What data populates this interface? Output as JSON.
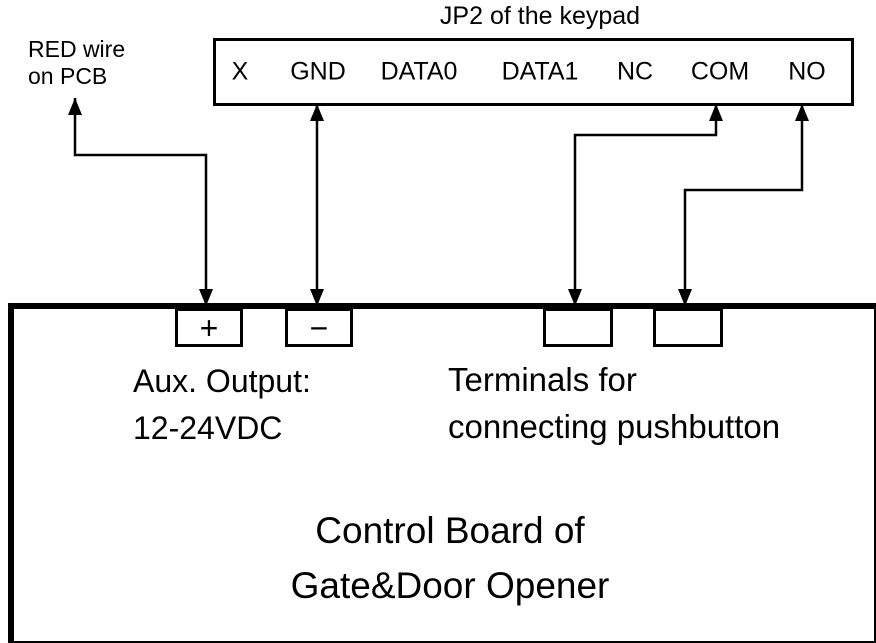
{
  "colors": {
    "line": "#000000",
    "background": "#ffffff"
  },
  "keypad": {
    "title": "JP2 of the keypad",
    "terminals": [
      "X",
      "GND",
      "DATA0",
      "DATA1",
      "NC",
      "COM",
      "NO"
    ]
  },
  "annotations": {
    "red_wire": "RED wire\non PCB",
    "aux_output": "Aux. Output:\n12-24VDC",
    "pushbutton": "Terminals for\nconnecting pushbutton"
  },
  "control_board": {
    "title": "Control Board of\nGate&Door Opener",
    "plus_terminal": "+",
    "minus_terminal": "−"
  }
}
